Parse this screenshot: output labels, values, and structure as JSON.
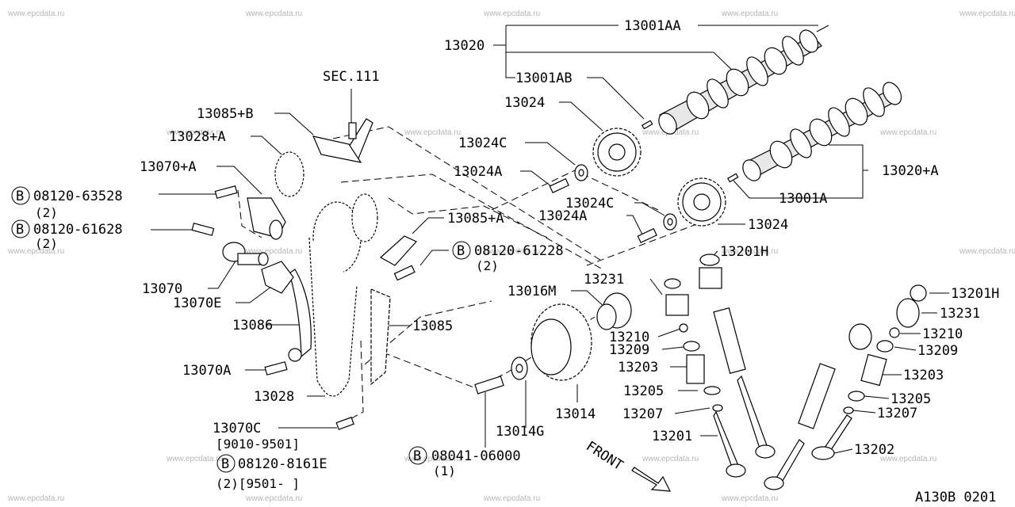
{
  "watermark": "www.epcdata.ru",
  "labels": {
    "l13020": "13020",
    "l13001AA": "13001AA",
    "l13001AB": "13001AB",
    "l13024_top": "13024",
    "l13024C_top": "13024C",
    "l13024A_top": "13024A",
    "l13020A": "13020+A",
    "l13001A": "13001A",
    "l13024C_mid": "13024C",
    "l13024A_mid": "13024A",
    "l13024_mid": "13024",
    "sec111": "SEC.111",
    "l13085B": "13085+B",
    "l13028A": "13028+A",
    "l13070A_plus": "13070+A",
    "b1_code": "08120-63528",
    "b1_qty": "(2)",
    "b2_code": "08120-61628",
    "b2_qty": "(2)",
    "l13085A": "13085+A",
    "b3_code": "08120-61228",
    "b3_qty": "(2)",
    "l13070": "13070",
    "l13070E": "13070E",
    "l13086": "13086",
    "l13070A": "13070A",
    "l13028": "13028",
    "l13070C": "13070C",
    "range1": "[9010-9501]",
    "b4_code": "08120-8161E",
    "range2": "(2)[9501-    ]",
    "l13085": "13085",
    "l13016M": "13016M",
    "l13231": "13231",
    "l13201H": "13201H",
    "l13210": "13210",
    "l13209": "13209",
    "l13203": "13203",
    "l13205": "13205",
    "l13207": "13207",
    "l13201": "13201",
    "l13014": "13014",
    "l13014G": "13014G",
    "b5_code": "08041-06000",
    "b5_qty": "(1)",
    "r13201H": "13201H",
    "r13231": "13231",
    "r13210": "13210",
    "r13209": "13209",
    "r13203": "13203",
    "r13205": "13205",
    "r13207": "13207",
    "r13202": "13202",
    "front": "FRONT",
    "bolt_symbol": "B",
    "figure_code": "A130B 0201"
  }
}
